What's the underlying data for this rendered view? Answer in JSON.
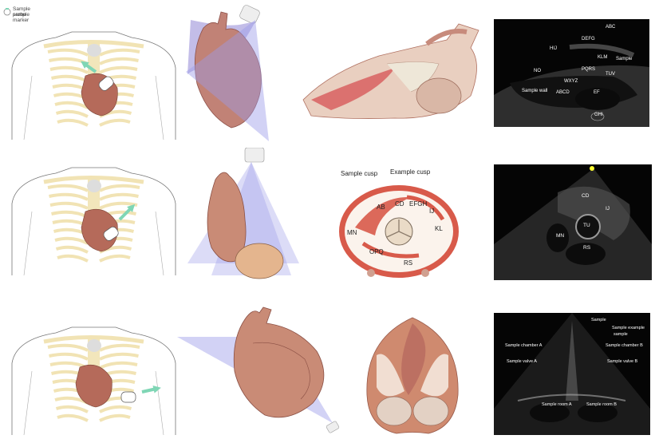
{
  "legend": {
    "line1": "Sample probe",
    "line2": "sample marker"
  },
  "row1": {
    "us_labels": {
      "rvfw": "ABC",
      "rvot": "DEFG",
      "ivs": "HIJ",
      "rcc": "KLM",
      "aorta": "Sample",
      "lv": "NO",
      "lvot": "PQRS",
      "ncc": "TUV",
      "amvl": "WXYZ",
      "il_wall": "Sample wall",
      "pmvl": "ABCD",
      "la": "EF",
      "dao": "GHI"
    }
  },
  "row2": {
    "diagram_labels": {
      "anterior_cusp": "Sample cusp",
      "septal_cusp": "Example cusp",
      "tv": "AB",
      "rv": "CD",
      "rvot": "EFGH",
      "pv": "IJ",
      "pt": "KL",
      "ra": "MN",
      "ias": "OPQ",
      "la": "RS"
    },
    "us_labels": {
      "rv": "CD",
      "pv": "IJ",
      "av": "TU",
      "ra": "MN",
      "la": "RS"
    }
  },
  "row3": {
    "us_labels": {
      "apex": "Sample",
      "interventricular": "Sample example",
      "septum": "sample",
      "left_ventricle": "Sample chamber A",
      "right_ventricle": "Sample chamber B",
      "mitral_valve": "Sample valve A",
      "tricuspid_valve": "Sample valve B",
      "left_atrium": "Sample room A",
      "right_atrium": "Sample room B"
    }
  },
  "colors": {
    "probe_arrow": "#7fd6b5",
    "plane": "#9b9be8",
    "heart": "#b56a5a",
    "rib": "#f1e3b4"
  }
}
